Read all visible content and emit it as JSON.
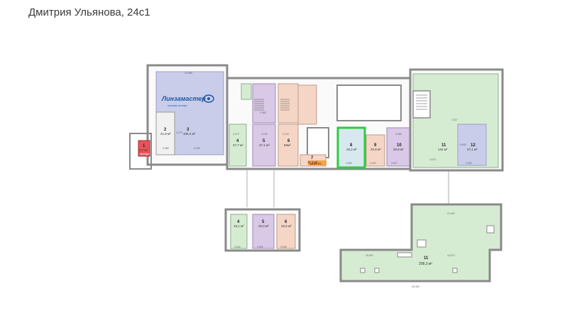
{
  "header": {
    "address": "Дмитрия Ульянова, 24с1"
  },
  "tenants": {
    "optics": {
      "brand": "Линзамастер",
      "tagline": "салоны оптики"
    }
  },
  "badges": {
    "room7": "ЗАНЯТО",
    "room1": "аренда"
  },
  "colors": {
    "wall": "#8a8a8a",
    "green_room": "#d6ecd2",
    "purple_room": "#d9c8e6",
    "blue_room": "#c9cde9",
    "peach_room": "#f5d6c6",
    "mint_room": "#cde8d0",
    "red_room": "#e8535a",
    "orange_room": "#f2a44a",
    "highlight": "#2ecc40",
    "brand_blue": "#1f58a8"
  },
  "rooms": [
    {
      "id": "r1",
      "num": "1",
      "area": "3,7 м²"
    },
    {
      "id": "r2",
      "num": "2",
      "area": "21,9 м²"
    },
    {
      "id": "r3",
      "num": "3",
      "area": "106,4 м²"
    },
    {
      "id": "r4",
      "num": "4",
      "area": "47,7 м²"
    },
    {
      "id": "r5",
      "num": "5",
      "area": "47,1 м²"
    },
    {
      "id": "r6",
      "num": "6",
      "area": "56м²"
    },
    {
      "id": "r7",
      "num": "7",
      "area": "11,3 м²"
    },
    {
      "id": "r8",
      "num": "8",
      "area": "25,2 м²"
    },
    {
      "id": "r9",
      "num": "9",
      "area": "20,9 м²"
    },
    {
      "id": "r10",
      "num": "10",
      "area": "25,9 м²"
    },
    {
      "id": "r11",
      "num": "11",
      "area": "134 м²"
    },
    {
      "id": "r12",
      "num": "12",
      "area": "37,1 м²"
    }
  ],
  "basement_rooms": [
    {
      "id": "b4",
      "num": "4",
      "area": "16,1 м²"
    },
    {
      "id": "b5",
      "num": "5",
      "area": "20,0 м²"
    },
    {
      "id": "b6",
      "num": "6",
      "area": "15,5 м²"
    }
  ],
  "lower_hall": {
    "num": "11",
    "area": "208,3 м²"
  },
  "dimensions": {
    "top3": "10.085",
    "r2w": "3.380",
    "r3w": "6.400",
    "r2h": "4.270",
    "r4v": "4.270",
    "r5v": "4.190",
    "r6v": "3.120",
    "r5a": "2.950",
    "r8w": "2.650",
    "r9w": "3.020",
    "r10w": "4.037",
    "r10v": "3.460",
    "r11w": "8.917",
    "r11v": "7.617",
    "r12w": "3.500",
    "r12v": "5.650",
    "lw": "21.400",
    "lw2": "15.600",
    "lv": "10.870",
    "lbot": "25.400",
    "bw4": "2.640",
    "bw5": "2.650",
    "bw6": "2.640"
  }
}
